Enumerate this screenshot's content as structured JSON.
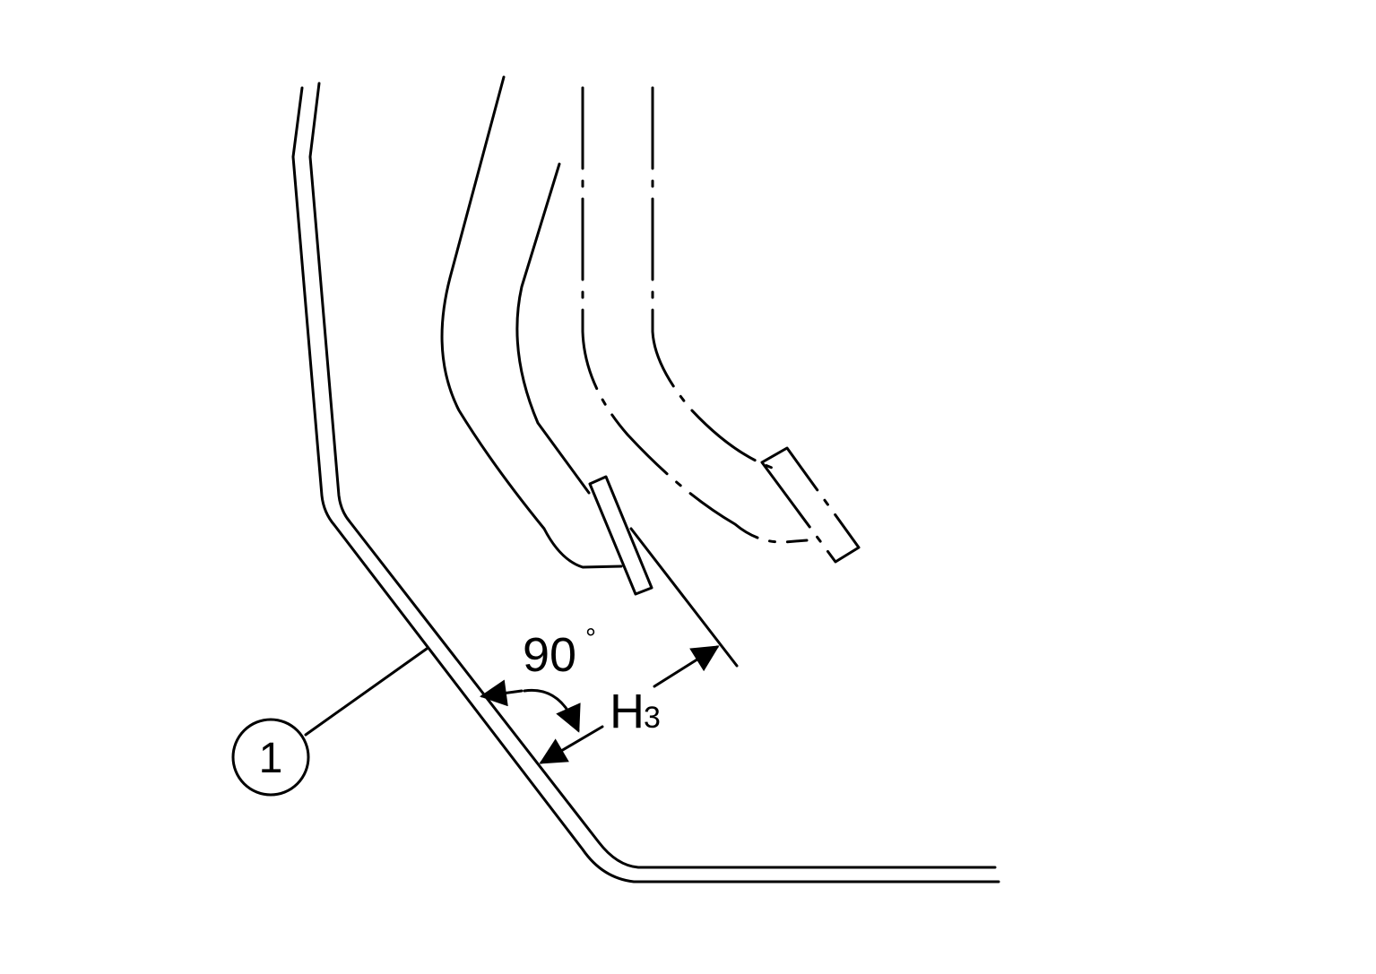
{
  "diagram": {
    "labels": {
      "angle_value": "90",
      "angle_unit": "°",
      "dimension_letter": "H",
      "dimension_subscript": "3",
      "callout_number": "1"
    },
    "parts": {
      "floor": "floor-panel",
      "pedal_released": "pedal-arm-solid",
      "pedal_depressed": "pedal-arm-phantom"
    },
    "colors": {
      "stroke": "#000000",
      "background": "#ffffff"
    }
  }
}
